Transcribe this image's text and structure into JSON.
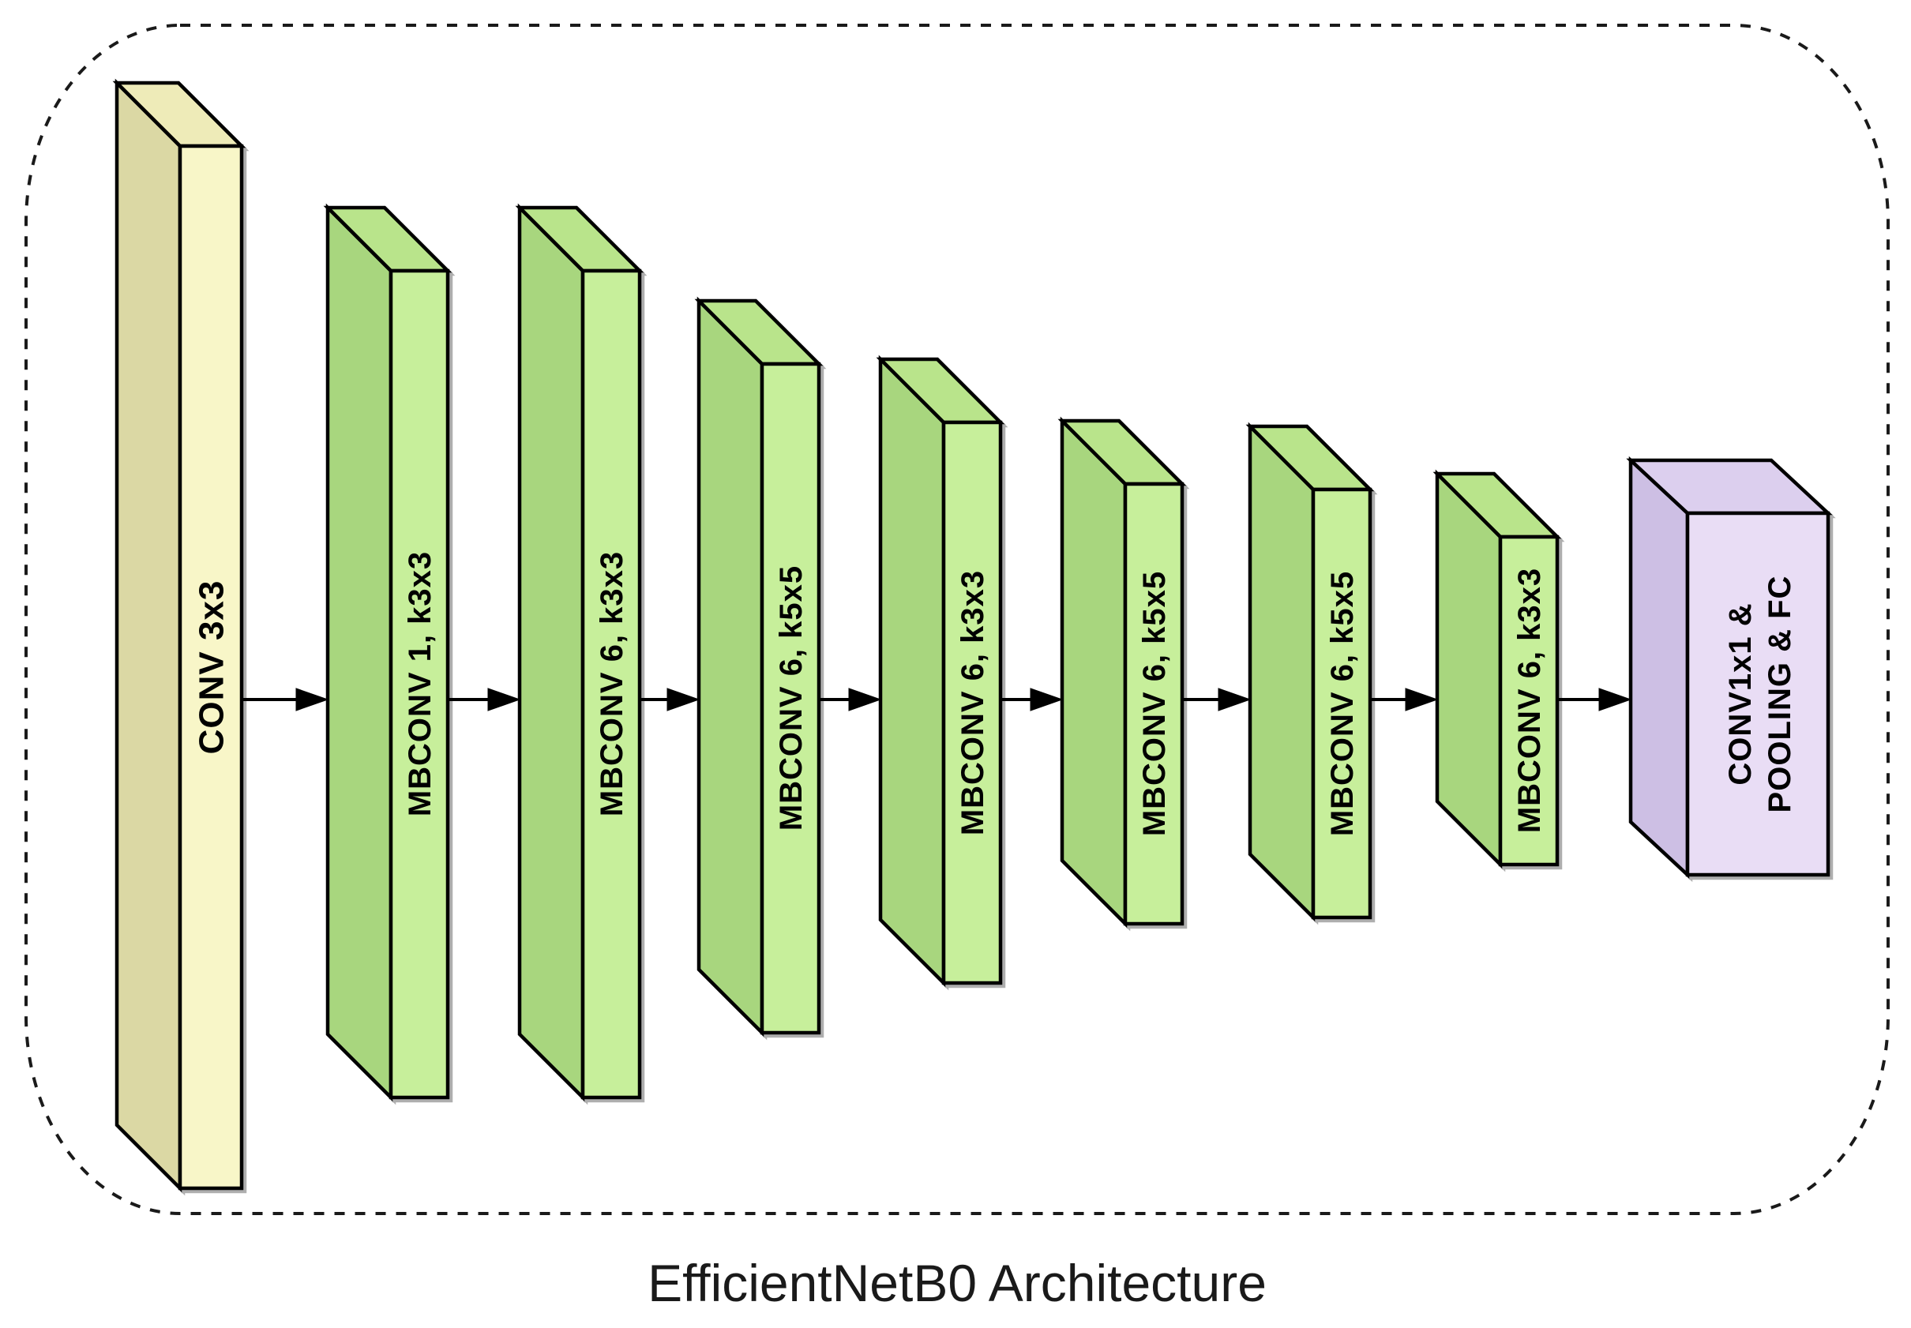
{
  "diagram": {
    "caption": "EfficientNetB0 Architecture",
    "blocks": [
      {
        "id": "stem-conv3x3",
        "label": "CONV 3x3",
        "category": "conv-stem",
        "fill": "#f8f6c8"
      },
      {
        "id": "mbconv1-k3x3",
        "label": "MBCONV 1, k3x3",
        "category": "mbconv",
        "fill": "#c7ef9b"
      },
      {
        "id": "mbconv6-k3x3-a",
        "label": "MBCONV 6, k3x3",
        "category": "mbconv",
        "fill": "#c7ef9b"
      },
      {
        "id": "mbconv6-k5x5-a",
        "label": "MBCONV 6, k5x5",
        "category": "mbconv",
        "fill": "#c7ef9b"
      },
      {
        "id": "mbconv6-k3x3-b",
        "label": "MBCONV 6, k3x3",
        "category": "mbconv",
        "fill": "#c7ef9b"
      },
      {
        "id": "mbconv6-k5x5-b",
        "label": "MBCONV 6, k5x5",
        "category": "mbconv",
        "fill": "#c7ef9b"
      },
      {
        "id": "mbconv6-k5x5-c",
        "label": "MBCONV 6, k5x5",
        "category": "mbconv",
        "fill": "#c7ef9b"
      },
      {
        "id": "mbconv6-k3x3-c",
        "label": "MBCONV 6, k3x3",
        "category": "mbconv",
        "fill": "#c7ef9b"
      },
      {
        "id": "head-conv-pool-fc",
        "label_lines": [
          "CONV1x1 &",
          "POOLING & FC"
        ],
        "category": "head",
        "fill": "#e9ddf5"
      }
    ],
    "flow": {
      "arrow_count": 8,
      "direction": "left-to-right"
    },
    "colors": {
      "stem_front": "#f8f6c8",
      "stem_side": "#dbd8a4",
      "stem_top": "#eeebb8",
      "mbconv_front": "#c7ef9b",
      "mbconv_side": "#a8d67e",
      "mbconv_top": "#b9e48b",
      "head_front": "#e9ddf5",
      "head_side": "#cdbfe4",
      "head_top": "#dccfee",
      "outline": "#000000",
      "border_dash": "#1a1a1a",
      "background": "#ffffff"
    }
  }
}
